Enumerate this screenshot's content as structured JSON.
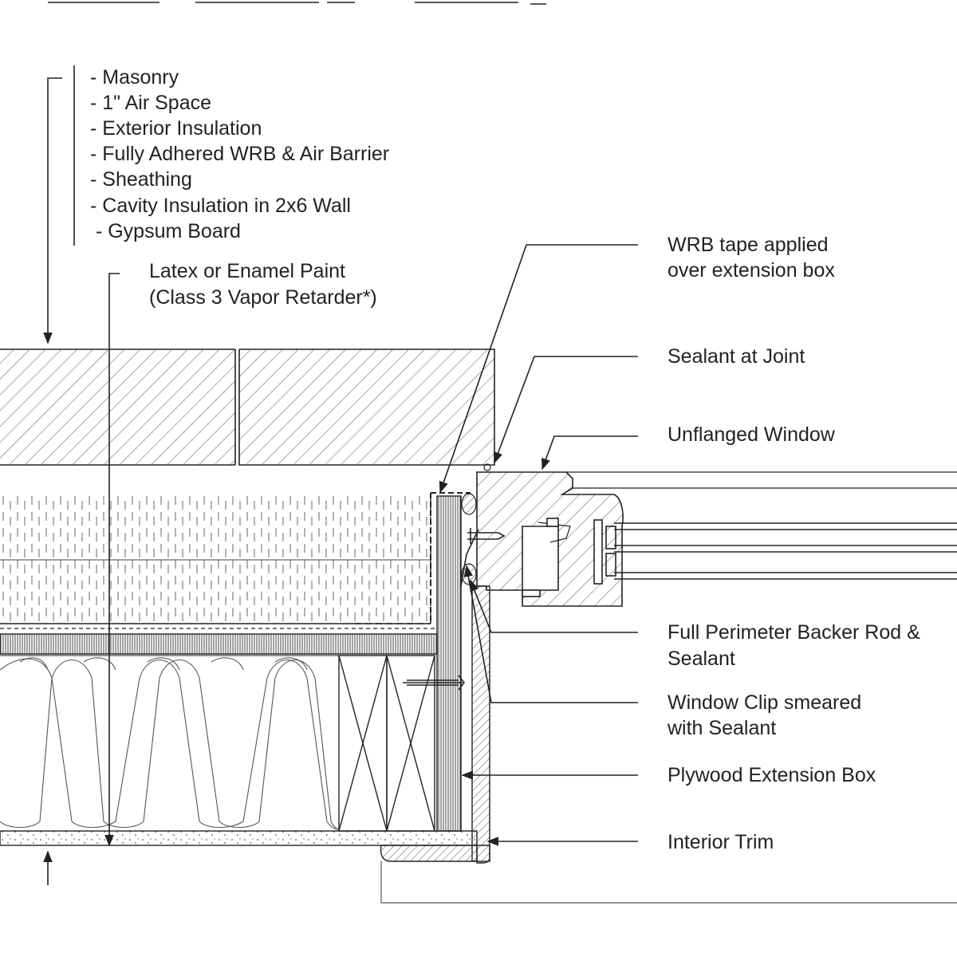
{
  "wall_layers": [
    "- Masonry",
    "- 1\" Air Space",
    "- Exterior Insulation",
    "- Fully Adhered WRB & Air Barrier",
    "- Sheathing",
    "- Cavity Insulation in 2x6 Wall",
    " - Gypsum Board"
  ],
  "paint_note": [
    "Latex or Enamel Paint",
    "(Class 3 Vapor Retarder*)"
  ],
  "callouts": {
    "wrb_tape": [
      "WRB tape applied",
      "over extension box"
    ],
    "sealant_joint": [
      "Sealant at Joint"
    ],
    "unflanged_window": [
      "Unflanged Window"
    ],
    "backer_rod": [
      "Full Perimeter Backer Rod &",
      "Sealant"
    ],
    "window_clip": [
      "Window Clip smeared",
      "with Sealant"
    ],
    "plywood_box": [
      "Plywood Extension Box"
    ],
    "interior_trim": [
      "Interior Trim"
    ]
  },
  "colors": {
    "line": "#222222",
    "hatch": "#555555",
    "background": "#ffffff"
  }
}
